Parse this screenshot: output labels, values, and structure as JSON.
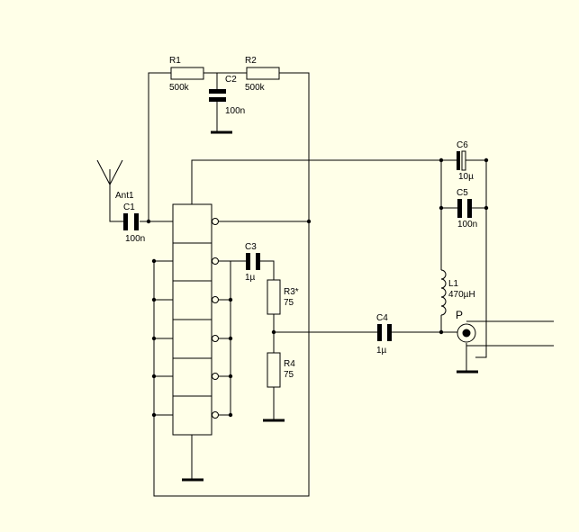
{
  "components": {
    "r1": {
      "ref": "R1",
      "value": "500k"
    },
    "r2": {
      "ref": "R2",
      "value": "500k"
    },
    "c2": {
      "ref": "C2",
      "value": "100n"
    },
    "ant1": {
      "ref": "Ant1"
    },
    "c1": {
      "ref": "C1",
      "value": "100n"
    },
    "c3": {
      "ref": "C3",
      "value": "1µ"
    },
    "r3": {
      "ref": "R3*",
      "value": "75"
    },
    "r4": {
      "ref": "R4",
      "value": "75"
    },
    "c4": {
      "ref": "C4",
      "value": "1µ"
    },
    "c6": {
      "ref": "C6",
      "value": "10µ"
    },
    "c5": {
      "ref": "C5",
      "value": "100n"
    },
    "l1": {
      "ref": "L1",
      "value": "470µH"
    },
    "p": {
      "ref": "P"
    }
  }
}
